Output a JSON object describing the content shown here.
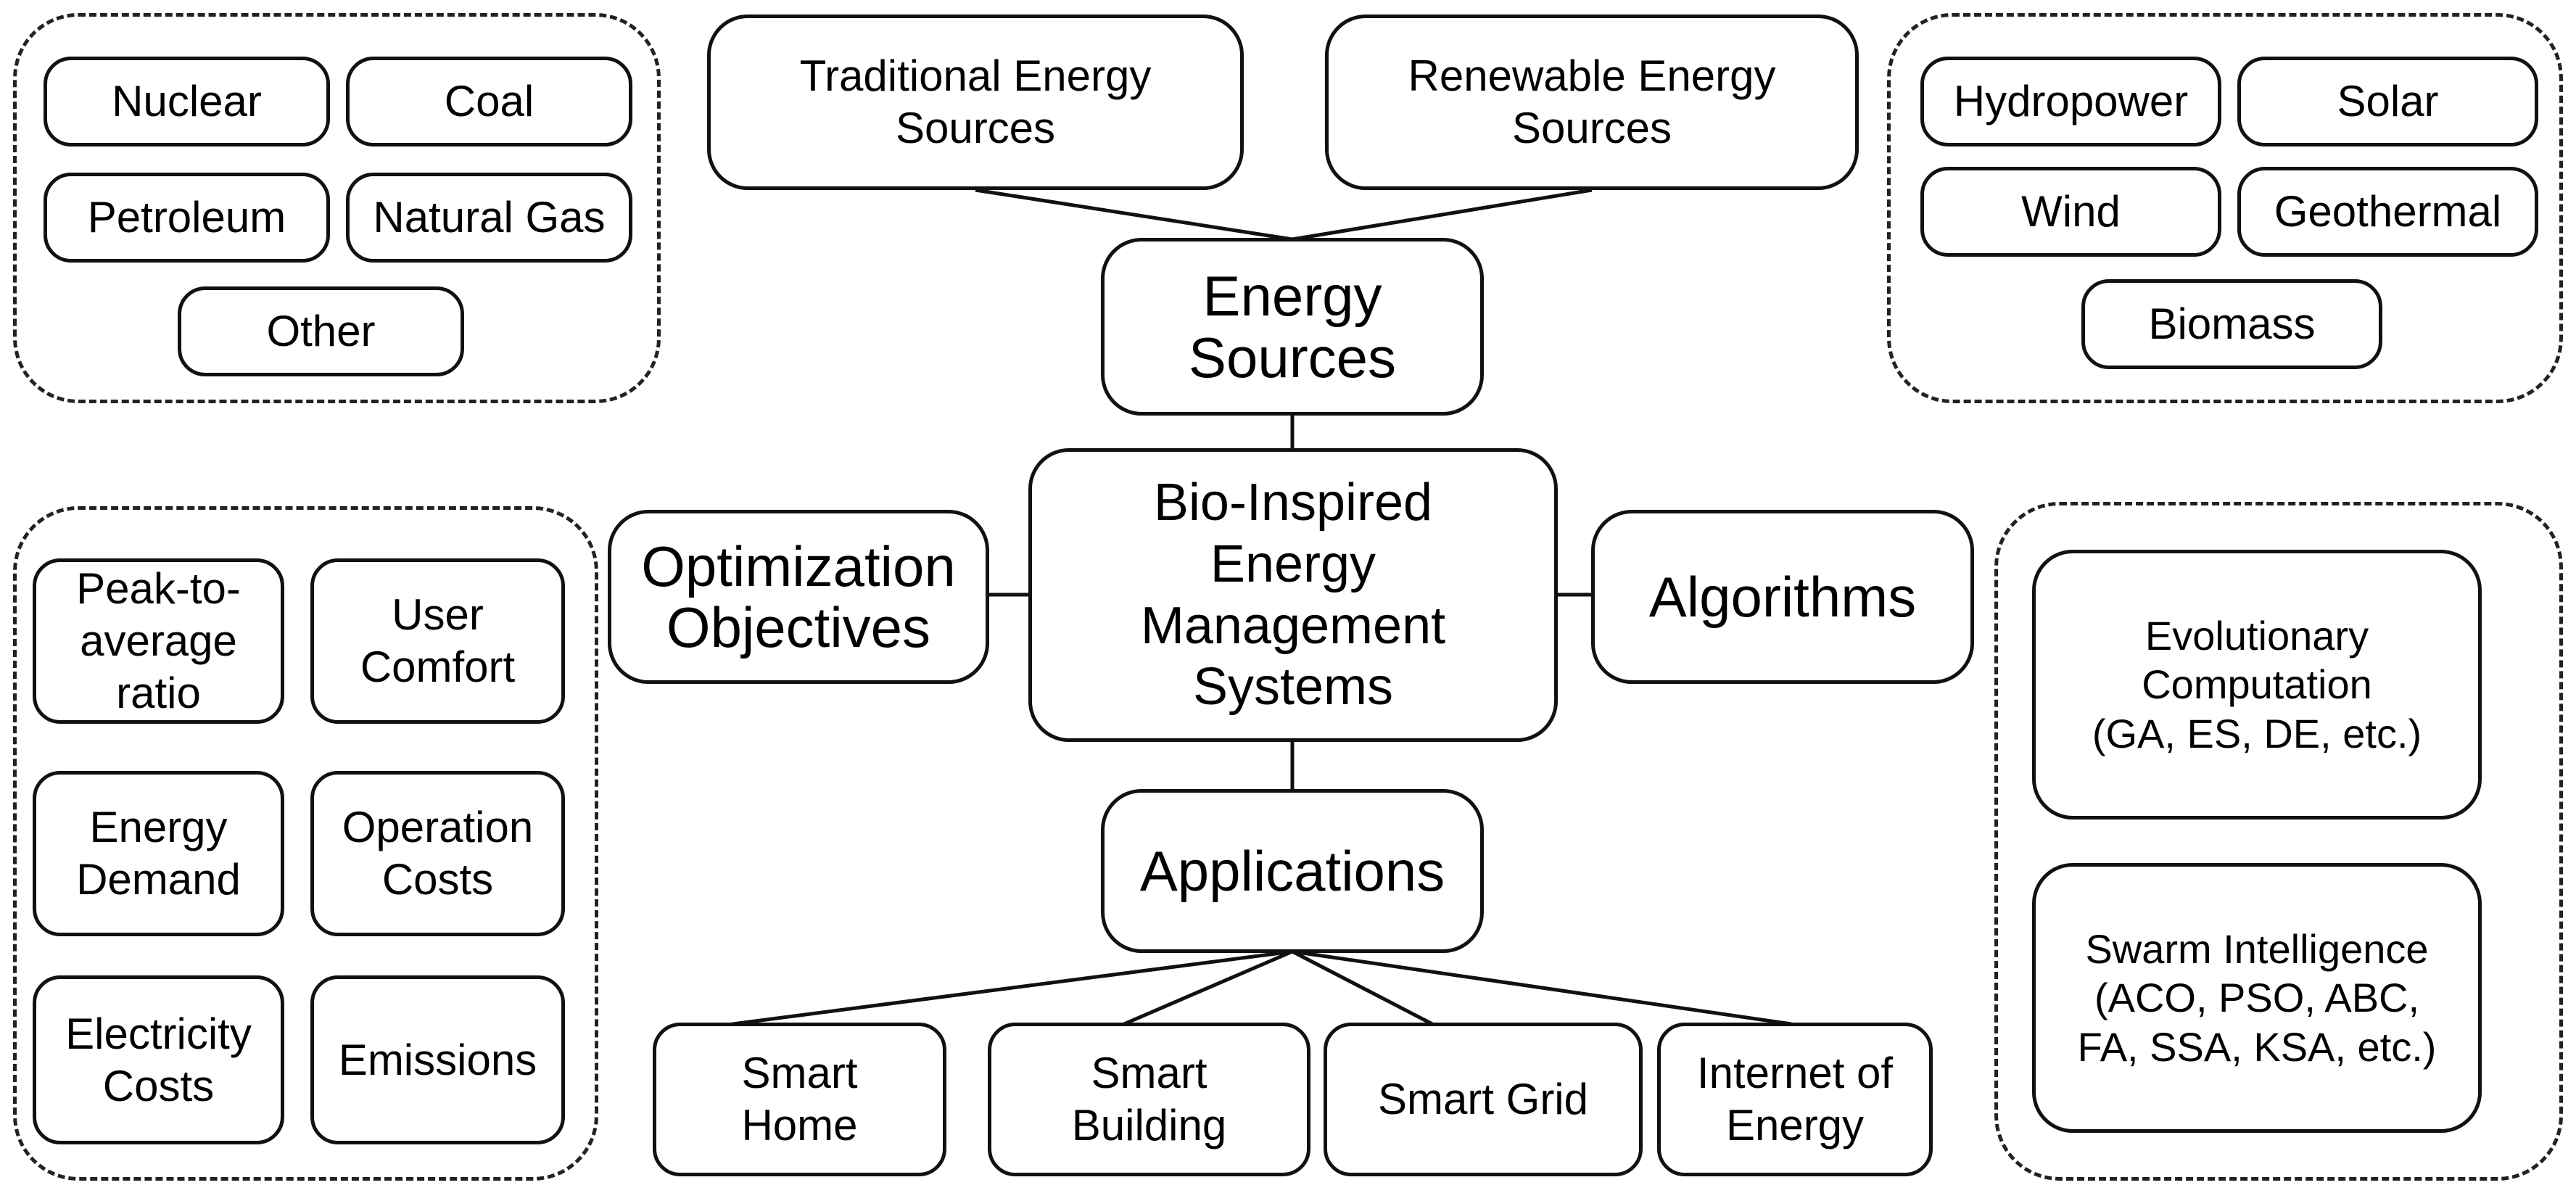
{
  "center": {
    "label": "Bio-Inspired\nEnergy\nManagement\nSystems"
  },
  "energy_sources": {
    "label": "Energy\nSources",
    "traditional": {
      "label": "Traditional Energy\nSources",
      "items": [
        "Nuclear",
        "Coal",
        "Petroleum",
        "Natural Gas",
        "Other"
      ]
    },
    "renewable": {
      "label": "Renewable Energy\nSources",
      "items": [
        "Hydropower",
        "Solar",
        "Wind",
        "Geothermal",
        "Biomass"
      ]
    }
  },
  "optimization_objectives": {
    "label": "Optimization\nObjectives",
    "items": [
      "Peak-to-\naverage\nratio",
      "User\nComfort",
      "Energy\nDemand",
      "Operation\nCosts",
      "Electricity\nCosts",
      "Emissions"
    ]
  },
  "algorithms": {
    "label": "Algorithms",
    "items": [
      "Evolutionary\nComputation\n(GA, ES, DE, etc.)",
      "Swarm Intelligence\n(ACO, PSO, ABC,\nFA, SSA, KSA, etc.)"
    ]
  },
  "applications": {
    "label": "Applications",
    "items": [
      "Smart\nHome",
      "Smart\nBuilding",
      "Smart Grid",
      "Internet of\nEnergy"
    ]
  },
  "colors": {
    "stroke": "#111111",
    "background": "#ffffff"
  }
}
